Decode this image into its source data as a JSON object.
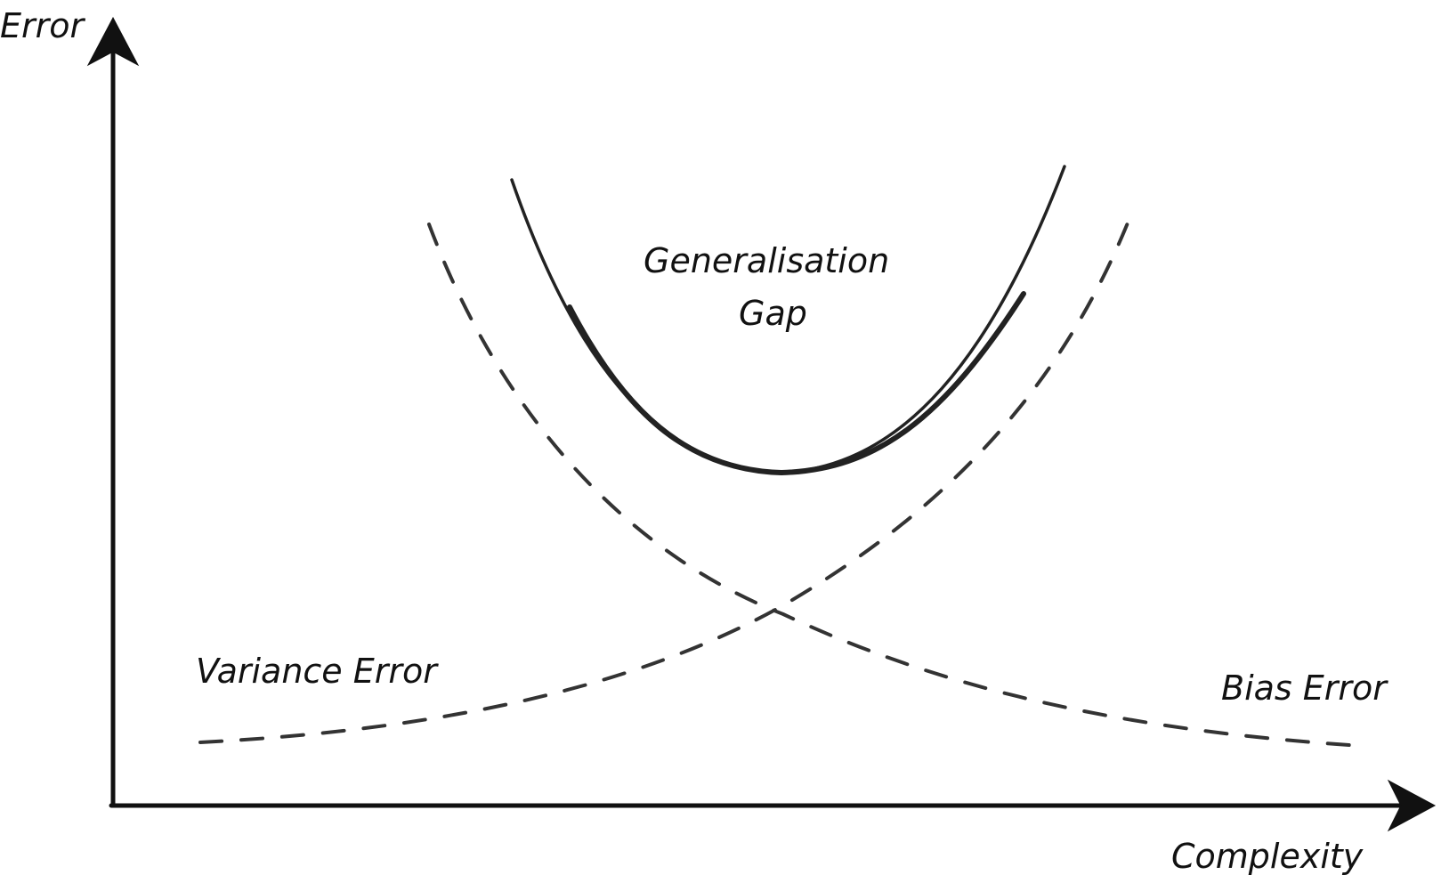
{
  "axes": {
    "y_label": "Error",
    "x_label": "Complexity"
  },
  "curves": {
    "generalisation_line1": "Generalisation",
    "generalisation_line2": "Gap",
    "variance": "Variance Error",
    "bias": "Bias Error"
  },
  "colors": {
    "ink": "#111111",
    "background": "#ffffff"
  }
}
